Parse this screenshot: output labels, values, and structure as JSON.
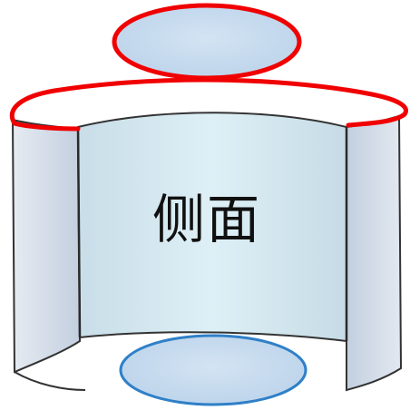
{
  "diagram": {
    "side_label": "侧面",
    "colors": {
      "outline_red": "#f00000",
      "ellipse_blue_stroke": "#2f80c8",
      "ellipse_fill": "#c9dcef",
      "surface_light": "#dceef4",
      "surface_mid": "#c4dbe6",
      "flap_fill": "#cdd8e6",
      "edge_dark": "#333333"
    },
    "parts": [
      "top-base-ellipse",
      "unrolled-lateral-surface",
      "left-curl-flap",
      "right-curl-flap",
      "bottom-base-ellipse"
    ]
  }
}
